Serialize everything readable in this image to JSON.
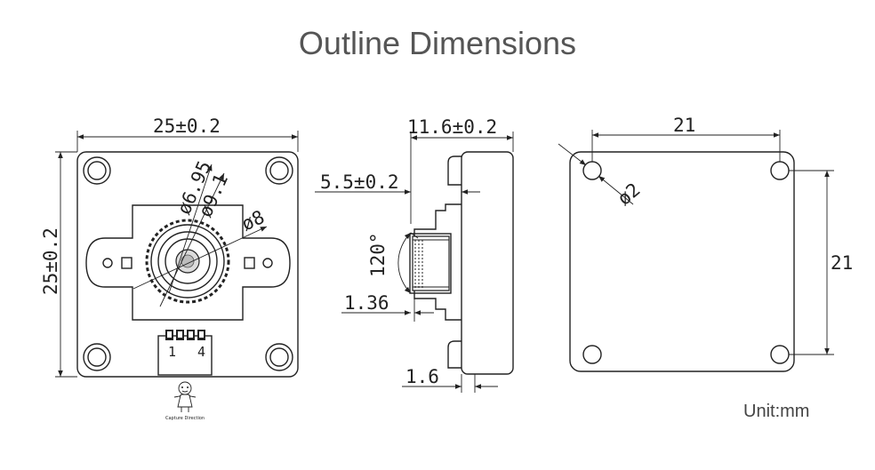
{
  "title": "Outline Dimensions",
  "unit": "Unit:mm",
  "front_view": {
    "width_dim": "25±0.2",
    "height_dim": "25±0.2",
    "dia_a": "ø6.95",
    "dia_b": "ø9.1",
    "dia_c": "ø8",
    "pin_first": "1",
    "pin_last": "4",
    "orientation_caption": "Capture Direction"
  },
  "side_view": {
    "depth_dim": "11.6±0.2",
    "lens_dim": "5.5±0.2",
    "fov": "120°",
    "offset_dim": "1.36",
    "board_dim": "1.6"
  },
  "back_view": {
    "hole_spacing_x": "21",
    "hole_spacing_y": "21",
    "hole_dia": "ø2"
  }
}
